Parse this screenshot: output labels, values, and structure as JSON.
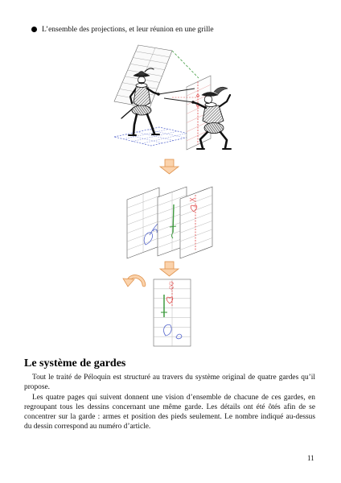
{
  "bullet_item": "L’ensemble des projections, et leur réunion en une grille",
  "section": {
    "heading": "Le système de gardes",
    "paragraphs": [
      [
        "Tout le traité de Péloquin est structuré au travers du système original de quatre gardes qu’il",
        "propose."
      ],
      [
        "Les quatre pages qui suivent donnent une vision d’ensemble de chacune de ces gardes, en",
        "regroupant tous les dessins concernant une même garde. Les détails ont été ôtés afin de se",
        "concentrer sur la garde : armes et position des pieds seulement. Le nombre indiqué au-dessus",
        "du dessin correspond au numéro d’article."
      ]
    ]
  },
  "page_number": "11",
  "colors": {
    "arrow_fill": "#fbd3ac",
    "arrow_stroke": "#df924c",
    "sword_green": "#3f9b3f",
    "feet_blue": "#5566cc",
    "marks_red": "#e04848",
    "grid_pink": "#e8a3a3"
  }
}
